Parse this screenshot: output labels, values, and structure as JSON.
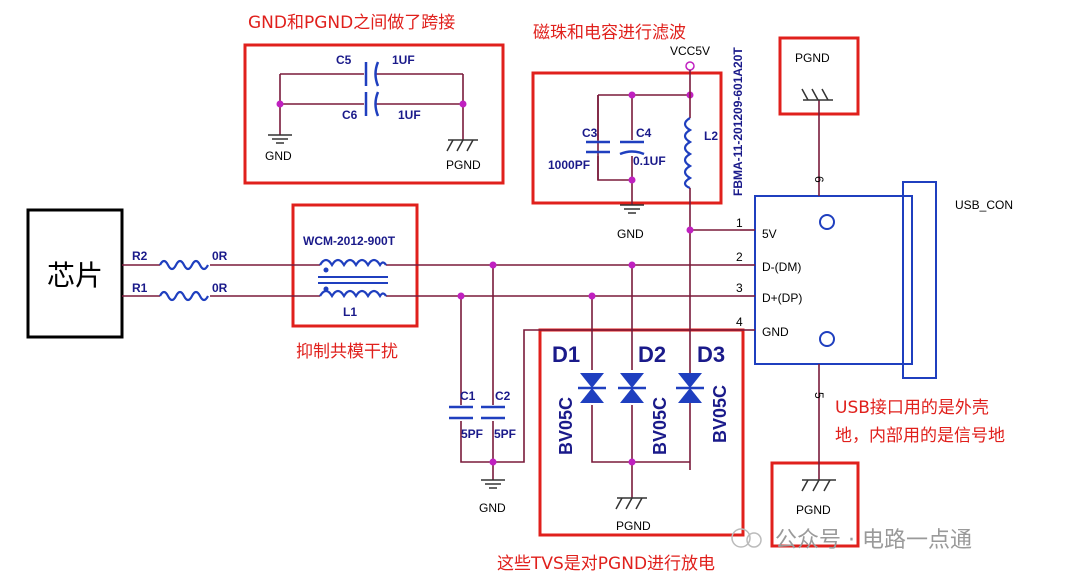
{
  "annotations": {
    "gnd_pgnd_bridge": "GND和PGND之间做了跨接",
    "bead_cap_filter": "磁珠和电容进行滤波",
    "common_mode": "抑制共模干扰",
    "usb_ground_note_1": "USB接口用的是外壳",
    "usb_ground_note_2": "地，内部用的是信号地",
    "tvs_note": "这些TVS是对PGND进行放电"
  },
  "chip": {
    "label": "芯片"
  },
  "resistors": [
    {
      "ref": "R2",
      "value": "0R"
    },
    {
      "ref": "R1",
      "value": "0R"
    }
  ],
  "choke": {
    "part": "WCM-2012-900T",
    "ref": "L1"
  },
  "bridge_caps": [
    {
      "ref": "C5",
      "value": "1UF"
    },
    {
      "ref": "C6",
      "value": "1UF"
    }
  ],
  "filter": {
    "c3_ref": "C3",
    "c3_value": "1000PF",
    "c4_ref": "C4",
    "c4_value": "0.1UF",
    "l2_ref": "L2",
    "l2_part": "FBMA-11-201209-601A20T",
    "vcc": "VCC5V"
  },
  "line_caps": [
    {
      "ref": "C1",
      "value": "5PF"
    },
    {
      "ref": "C2",
      "value": "5PF"
    }
  ],
  "tvs": [
    {
      "ref": "D1",
      "part": "BV05C"
    },
    {
      "ref": "D2",
      "part": "BV05C"
    },
    {
      "ref": "D3",
      "part": "BV05C"
    }
  ],
  "usb": {
    "name": "USB_CON",
    "pins": [
      {
        "num": "1",
        "name": "5V"
      },
      {
        "num": "2",
        "name": "D-(DM)"
      },
      {
        "num": "3",
        "name": "D+(DP)"
      },
      {
        "num": "4",
        "name": "GND"
      },
      {
        "num": "5",
        "name": ""
      },
      {
        "num": "6",
        "name": ""
      }
    ]
  },
  "grounds": {
    "gnd": "GND",
    "pgnd": "PGND"
  },
  "watermark": "公众号 · 电路一点通"
}
